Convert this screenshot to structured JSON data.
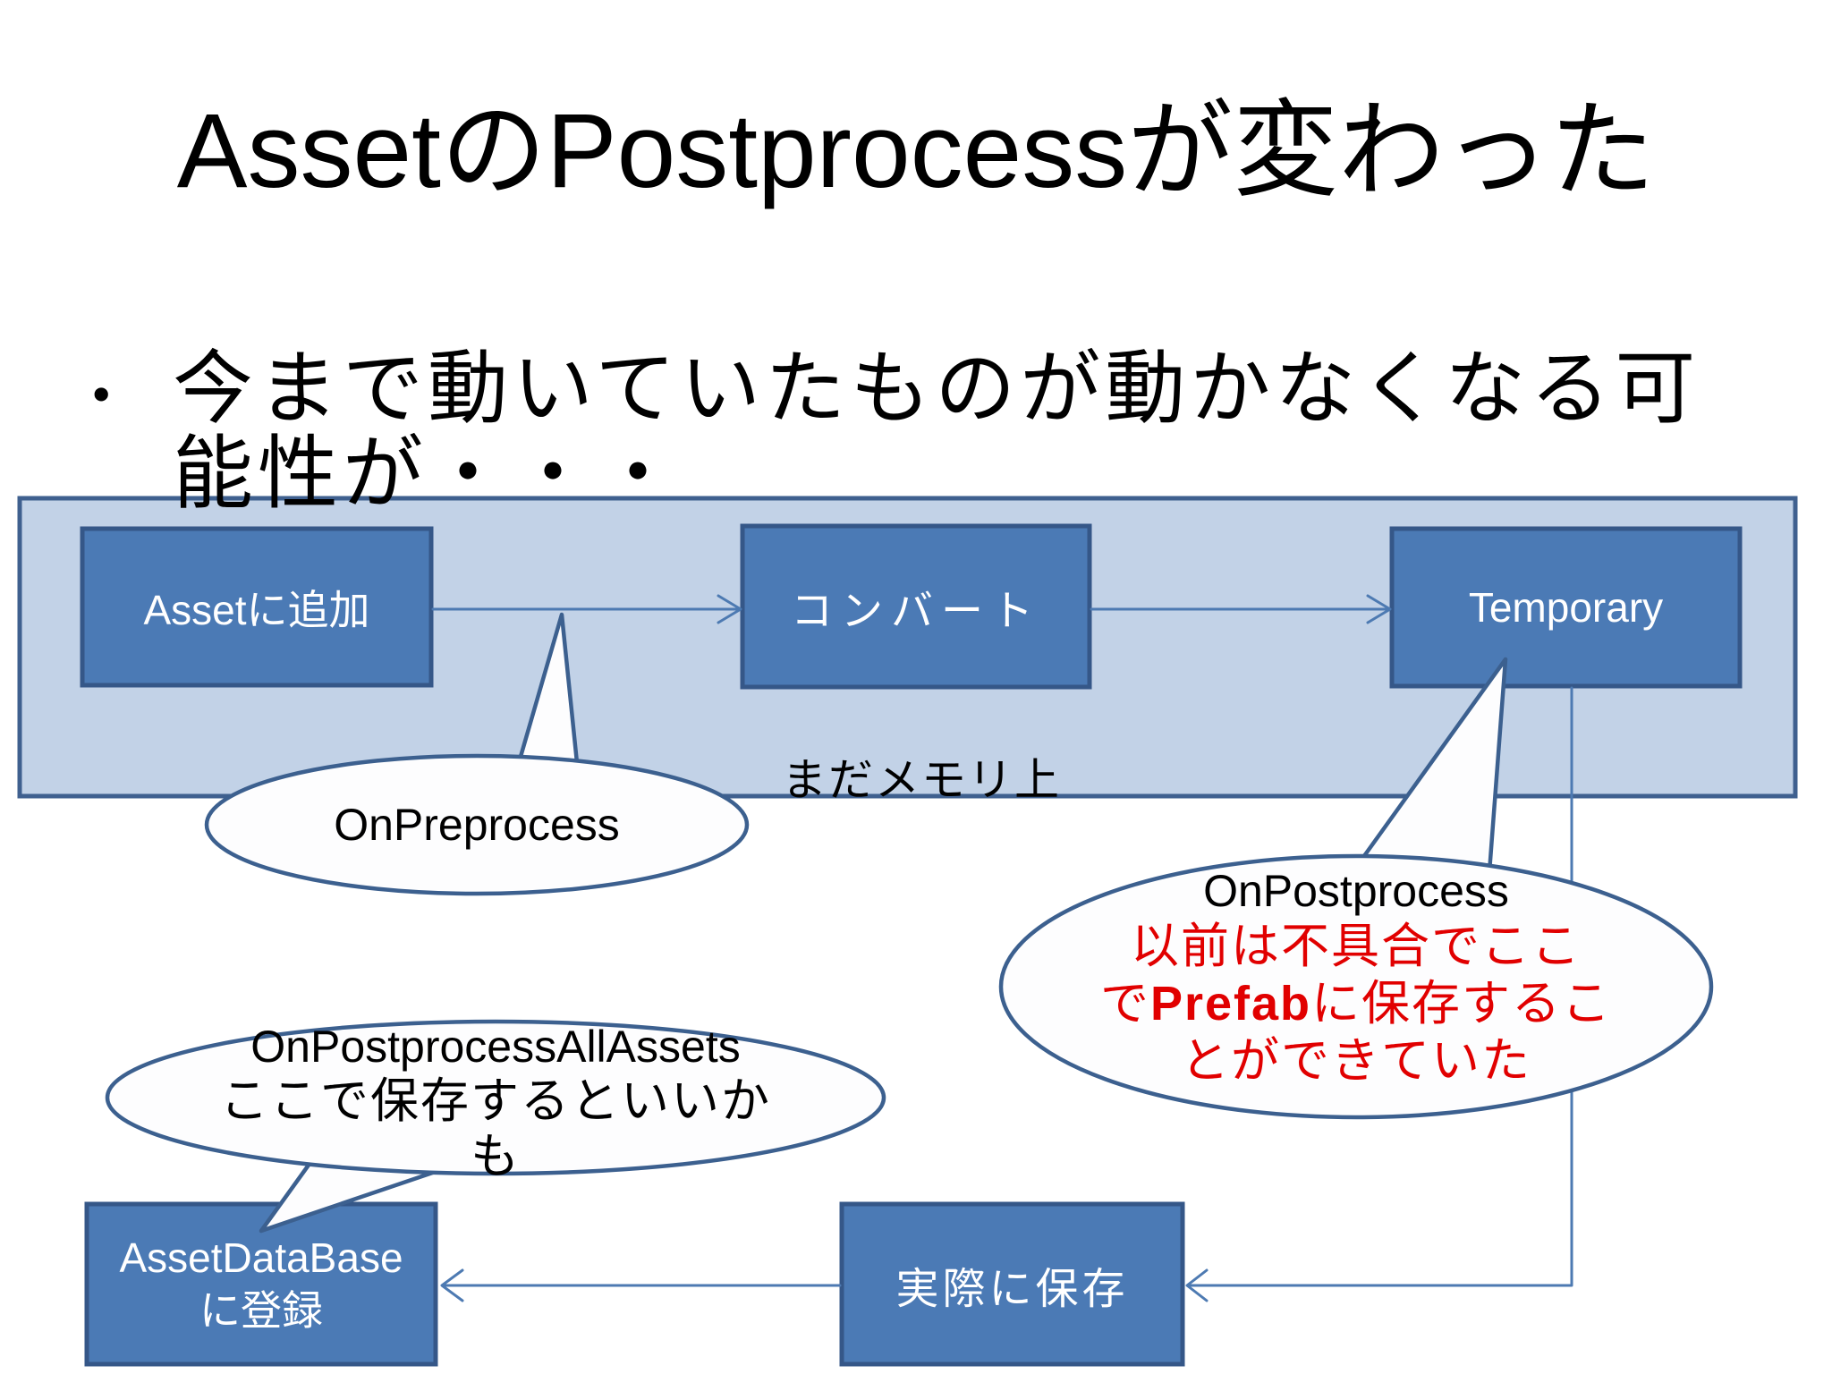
{
  "slide": {
    "title": "AssetのPostprocessが変わった",
    "bullet_marker": "•",
    "bullet_text": "今まで動いていたものが動かなくなる可能性が・・・"
  },
  "diagram": {
    "memory_note": "まだメモリ上",
    "nodes": {
      "add_to_asset": {
        "label": "Assetに追加"
      },
      "convert": {
        "label": "コンバート"
      },
      "temporary": {
        "label": "Temporary"
      },
      "actual_save": {
        "label": "実際に保存"
      },
      "asset_database": {
        "label_line1": "AssetDataBase",
        "label_line2": "に登録"
      }
    },
    "callouts": {
      "preprocess": {
        "title": "OnPreprocess"
      },
      "postprocess": {
        "title": "OnPostprocess",
        "note_line1": "以前は不具合でここ",
        "note_line2_prefix": "で",
        "note_line2_emphasis": "Prefab",
        "note_line2_suffix": "に保存するこ",
        "note_line3": "とができていた"
      },
      "postprocess_all_assets": {
        "title": "OnPostprocessAllAssets",
        "note_line1": "ここで保存するといいか",
        "note_line2": "も"
      }
    },
    "colors": {
      "node_fill": "#4b7ab5",
      "node_border": "#355788",
      "container_fill": "#c2d2e7",
      "container_border": "#3f608f",
      "bubble_outline": "#3c608f",
      "bubble_fill": "#fdfdfe",
      "connector": "#4d7ab2",
      "warning_text": "#e10000",
      "node_text": "#ffffff",
      "body_text": "#000000"
    }
  }
}
